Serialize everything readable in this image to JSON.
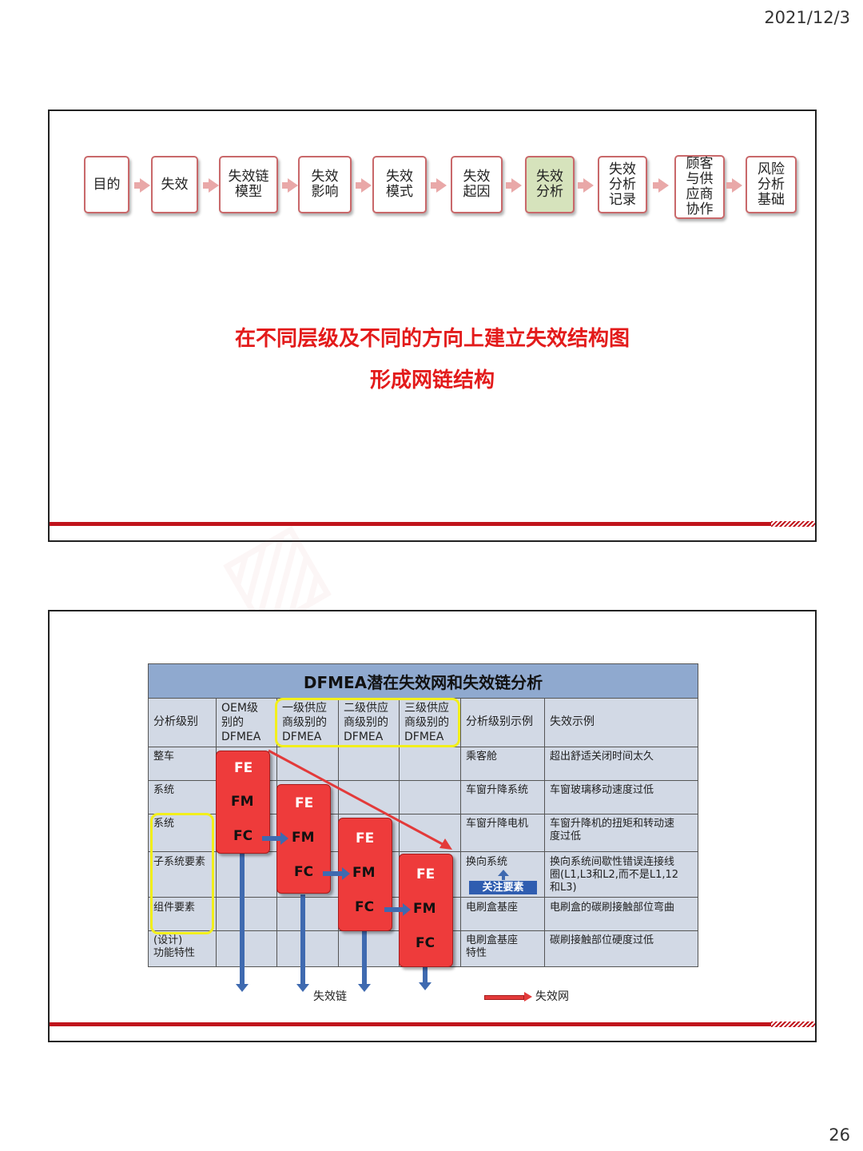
{
  "page": {
    "date": "2021/12/3",
    "page_number": "26"
  },
  "slide1": {
    "steps": [
      {
        "label": "目的",
        "active": false
      },
      {
        "label": "失效",
        "active": false
      },
      {
        "label": "失效链\n模型",
        "active": false
      },
      {
        "label": "失效\n影响",
        "active": false
      },
      {
        "label": "失效\n模式",
        "active": false
      },
      {
        "label": "失效\n起因",
        "active": false
      },
      {
        "label": "失效\n分析",
        "active": true
      },
      {
        "label": "失效\n分析\n记录",
        "active": false
      },
      {
        "label": "顾客\n与供\n应商\n协作",
        "active": false
      },
      {
        "label": "风险\n分析\n基础",
        "active": false
      }
    ],
    "headline1": "在不同层级及不同的方向上建立失效结构图",
    "headline2": "形成网链结构"
  },
  "slide2": {
    "title": "DFMEA潜在失效网和失效链分析",
    "headers": {
      "level": "分析级别",
      "oem": "OEM级\n别的\nDFMEA",
      "tier1": "一级供应\n商级别的\nDFMEA",
      "tier2": "二级供应\n商级别的\nDFMEA",
      "tier3": "三级供应\n商级别的\nDFMEA",
      "example_level": "分析级别示例",
      "example_failure": "失效示例"
    },
    "rows": [
      {
        "level": "整车",
        "example_level": "乘客舱",
        "example_failure": "超出舒适关闭时间太久"
      },
      {
        "level": "系统",
        "example_level": "车窗升降系统",
        "example_failure": "车窗玻璃移动速度过低"
      },
      {
        "level": "系统",
        "example_level": "车窗升降电机",
        "example_failure": "车窗升降机的扭矩和转动速\n度过低"
      },
      {
        "level": "子系统要素",
        "example_level": "换向系统",
        "example_failure": "换向系统间歇性错误连接线\n圈(L1,L3和L2,而不是L1,12\n和L3)"
      },
      {
        "level": "组件要素",
        "example_level": "电刷盒基座",
        "example_failure": "电刷盒的碳刷接触部位弯曲"
      },
      {
        "level": "(设计)\n功能特性",
        "example_level": "电刷盒基座\n特性",
        "example_failure": "碳刷接触部位硬度过低"
      }
    ],
    "focus_badge": "关注要素",
    "fe": "FE",
    "fm": "FM",
    "fc": "FC",
    "chain_label": "失效链",
    "net_label": "失效网"
  },
  "colors": {
    "accent_red": "#c0141c",
    "headline_red": "#e31b1b",
    "box_red": "#ee3b3b",
    "table_header": "#8fa9cf",
    "table_body": "#d2d9e5",
    "arrow_blue": "#3f6ab0",
    "highlight_yellow": "#f2ef1b",
    "active_step": "#d6e3bc"
  }
}
